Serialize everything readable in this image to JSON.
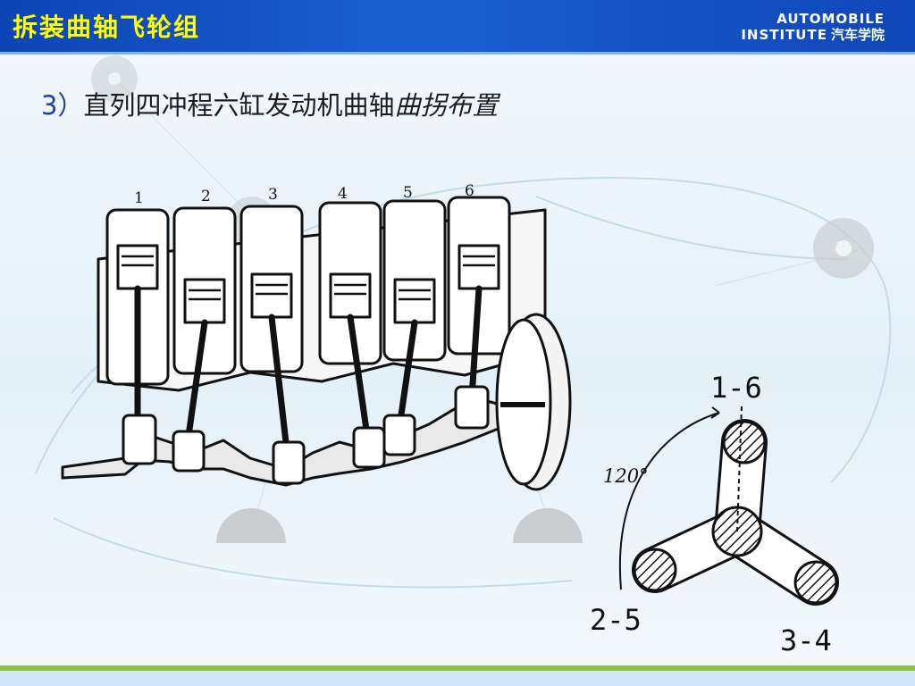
{
  "slide": {
    "title": "拆装曲轴飞轮组",
    "brand": {
      "line1": "AUTOMOBILE",
      "line2_en": "INSTITUTE",
      "line2_cn": "汽车学院"
    },
    "subtitle": {
      "number": "3）",
      "text": "直列四冲程六缸发动机曲轴",
      "emphasis": "曲拐布置"
    }
  },
  "engine_diagram": {
    "cylinder_numbers": [
      "1",
      "2",
      "3",
      "4",
      "5",
      "6"
    ]
  },
  "crank_diagram": {
    "labels": {
      "top": "1-6",
      "left": "2-5",
      "right": "3-4"
    },
    "angle": "120°"
  },
  "colors": {
    "header": "#0d44b4",
    "title": "#ffff00",
    "accent_green": "#8bc34a"
  }
}
